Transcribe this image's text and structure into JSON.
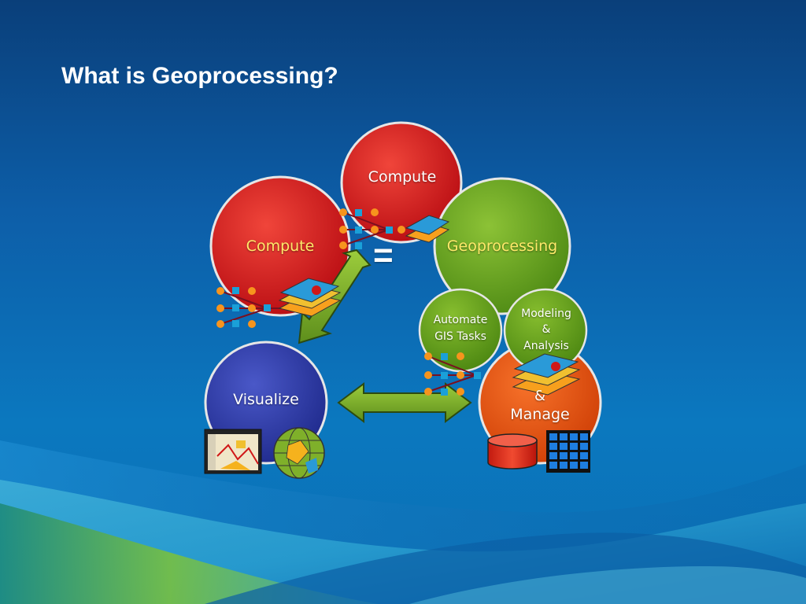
{
  "slide": {
    "title": "What is Geoprocessing?"
  },
  "diagram": {
    "compute_top_label": "Compute",
    "compute_left_label": "Compute",
    "equals_sign": "=",
    "geoprocessing_label": "Geoprocessing",
    "visualize_label": "Visualize",
    "manage_ampersand": "&",
    "manage_label": "Manage",
    "automate_line1": "Automate",
    "automate_line2": "GIS Tasks",
    "modeling_line1": "Modeling",
    "modeling_line2": "&",
    "modeling_line3": "Analysis"
  },
  "colors": {
    "compute_red": "#d8141b",
    "geoprocessing_green": "#6fa51d",
    "visualize_blue": "#2d3aa8",
    "manage_orange": "#e8500e",
    "arrow_green": "#7fb02a",
    "label_yellow": "#ffe96a"
  },
  "icons": [
    "model-chain-icon",
    "raster-layers-icon",
    "map-window-icon",
    "globe-icon",
    "database-icon",
    "grid-table-icon"
  ]
}
